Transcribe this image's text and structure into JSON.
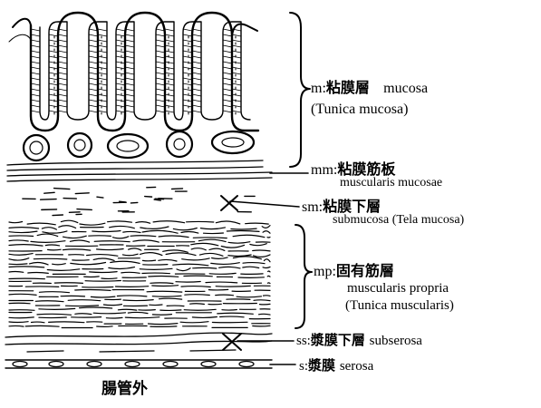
{
  "layers": {
    "mucosa": {
      "code": "m:",
      "ja": "粘膜層",
      "en": "mucosa",
      "latin": "(Tunica mucosa)"
    },
    "muscularis_mucosae": {
      "code": "mm:",
      "ja": "粘膜筋板",
      "en": "muscularis mucosae"
    },
    "submucosa": {
      "code": "sm:",
      "ja": "粘膜下層",
      "en": "submucosa (Tela mucosa)"
    },
    "muscularis_propria": {
      "code": "mp:",
      "ja": "固有筋層",
      "en": "muscularis propria",
      "latin": "(Tunica muscularis)"
    },
    "subserosa": {
      "code": "ss:",
      "ja": "漿膜下層",
      "en": "subserosa"
    },
    "serosa": {
      "code": "s:",
      "ja": "漿膜",
      "en": "serosa"
    }
  },
  "outside_label": "腸管外"
}
